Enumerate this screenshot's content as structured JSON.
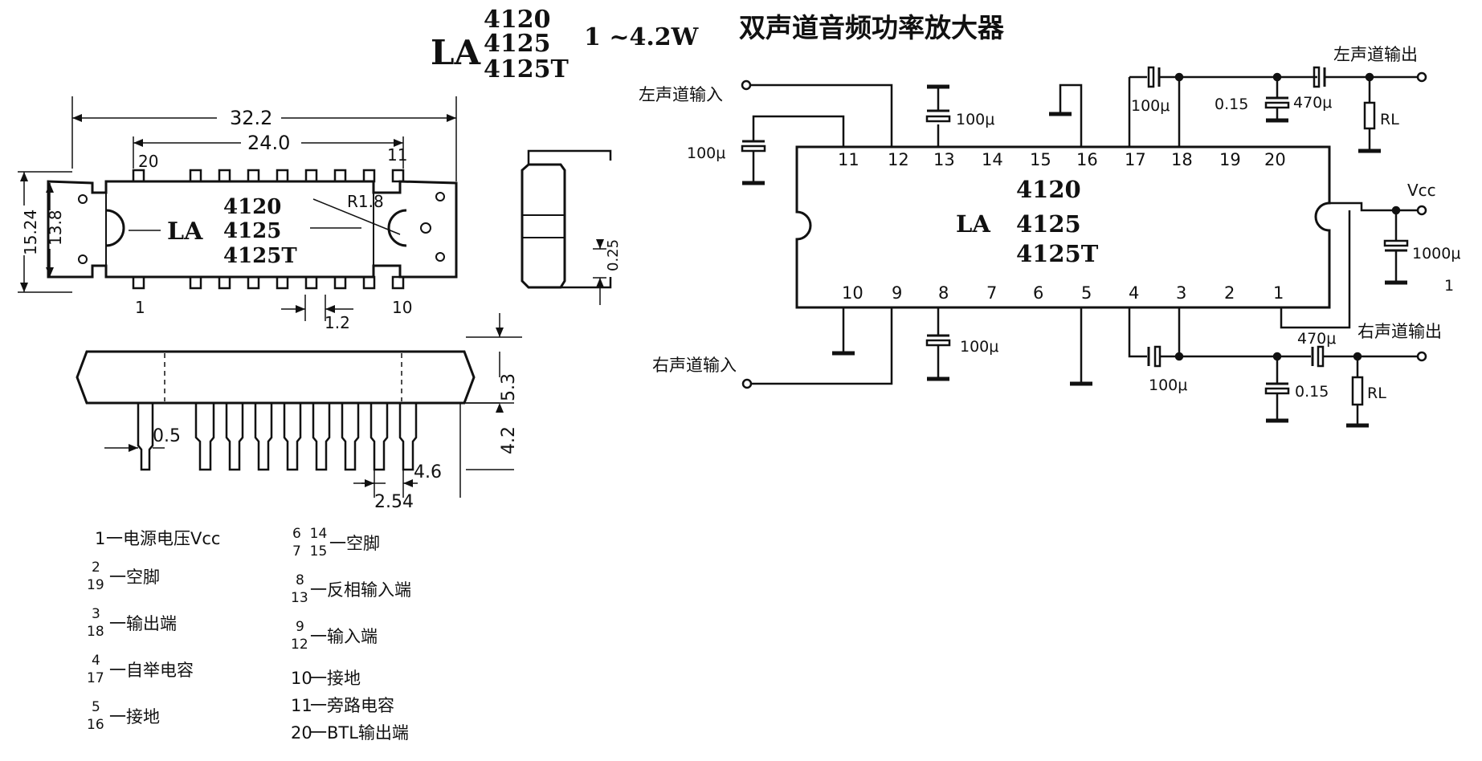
{
  "header": {
    "models": [
      "4120",
      "4125",
      "4125T"
    ],
    "la": "LA",
    "power": "1 ~4.2W",
    "title": "双声道音频功率放大器"
  },
  "package": {
    "dim_total_length": "32.2",
    "dim_pin_span": "24.0",
    "dim_height_outer": "15.24",
    "dim_height_body": "13.8",
    "dim_radius": "R1.8",
    "dim_pitch": "1.2",
    "dim_thickness": "0.25",
    "pin_label_20": "20",
    "pin_label_11": "11",
    "pin_label_1": "1",
    "pin_label_10": "10",
    "body_la": "LA",
    "body_models": [
      "4120",
      "4125",
      "4125T"
    ],
    "side_dim_5_3": "5.3",
    "side_dim_4_2": "4.2",
    "side_dim_4_6": "4.6",
    "side_dim_0_5": "0.5",
    "side_dim_2_54": "2.54"
  },
  "schematic": {
    "chip_models": [
      "4120",
      "4125",
      "4125T"
    ],
    "chip_la": "LA",
    "top_pins": [
      "11",
      "12",
      "13",
      "14",
      "15",
      "16",
      "17",
      "18",
      "19",
      "20"
    ],
    "bottom_pins": [
      "10",
      "9",
      "8",
      "7",
      "6",
      "5",
      "4",
      "3",
      "2",
      "1"
    ],
    "left_in": "左声道输入",
    "right_in": "右声道输入",
    "left_out": "左声道输出",
    "right_out": "右声道输出",
    "vcc": "Vcc",
    "cap_100u": "100μ",
    "cap_470u": "470μ",
    "cap_015": "0.15",
    "cap_1000u": "1000μ",
    "rl": "RL",
    "stray_mark": "1"
  },
  "legend": {
    "col1": [
      {
        "nums": [
          "1"
        ],
        "text": "一电源电压Vcc"
      },
      {
        "nums": [
          "2",
          "19"
        ],
        "text": "一空脚"
      },
      {
        "nums": [
          "3",
          "18"
        ],
        "text": "一输出端"
      },
      {
        "nums": [
          "4",
          "17"
        ],
        "text": "一自举电容"
      },
      {
        "nums": [
          "5",
          "16"
        ],
        "text": "一接地"
      }
    ],
    "col2": [
      {
        "nums": [
          "6  14",
          "7  15"
        ],
        "text": "一空脚"
      },
      {
        "nums": [
          "8",
          "13"
        ],
        "text": "一反相输入端"
      },
      {
        "nums": [
          "9",
          "12"
        ],
        "text": "一输入端"
      },
      {
        "nums": [
          "10"
        ],
        "text": "一接地"
      },
      {
        "nums": [
          "11"
        ],
        "text": "一旁路电容"
      },
      {
        "nums": [
          "20"
        ],
        "text": "一BTL输出端"
      }
    ]
  }
}
